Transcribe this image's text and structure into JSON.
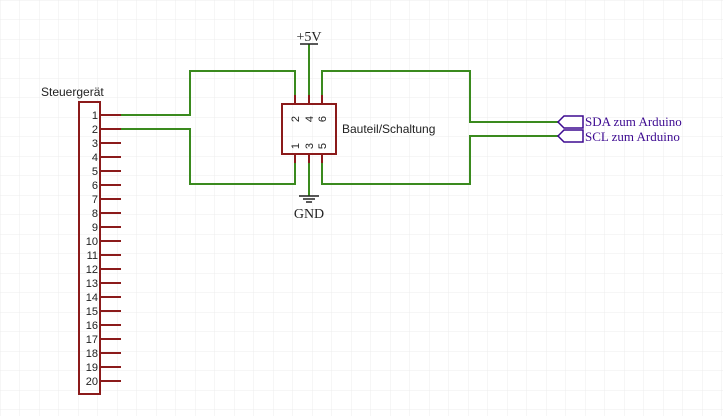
{
  "connector": {
    "label": "Steuergerät",
    "pins": [
      "1",
      "2",
      "3",
      "4",
      "5",
      "6",
      "7",
      "8",
      "9",
      "10",
      "11",
      "12",
      "13",
      "14",
      "15",
      "16",
      "17",
      "18",
      "19",
      "20"
    ]
  },
  "component": {
    "label": "Bauteil/Schaltung",
    "top_pins": [
      "2",
      "4",
      "6"
    ],
    "bottom_pins": [
      "1",
      "3",
      "5"
    ]
  },
  "power": {
    "vcc_label": "+5V",
    "gnd_label": "GND"
  },
  "net_labels": {
    "sda": "SDA zum Arduino",
    "scl": "SCL zum Arduino"
  },
  "colors": {
    "wire": "#3a8a1e",
    "symbol": "#8b1a1a",
    "net_label": "#3d0a91",
    "text": "#222222",
    "grid": "#e8e8e8"
  }
}
